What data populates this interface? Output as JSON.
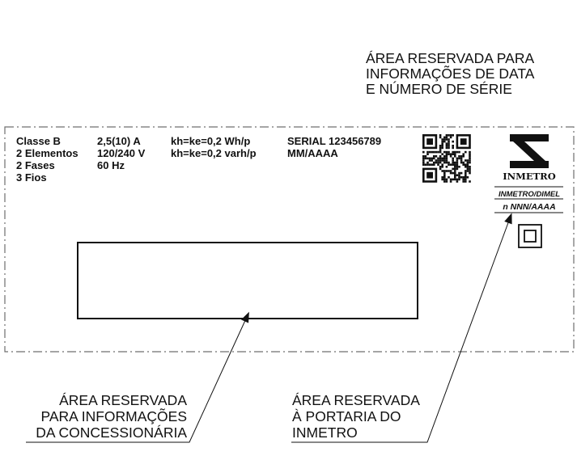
{
  "callouts": {
    "top_right": {
      "lines": [
        "ÁREA RESERVADA PARA",
        "INFORMAÇÕES DE DATA",
        "E NÚMERO DE SÉRIE"
      ]
    },
    "bottom_left": {
      "lines": [
        "ÁREA RESERVADA",
        "PARA INFORMAÇÕES",
        "DA CONCESSIONÁRIA"
      ]
    },
    "bottom_right": {
      "lines": [
        "ÁREA RESERVADA",
        "À PORTARIA DO",
        "INMETRO"
      ]
    }
  },
  "specs": {
    "col1": [
      "Classe B",
      "2 Elementos",
      "2 Fases",
      "3 Fios"
    ],
    "col2": [
      "2,5(10) A",
      "120/240 V",
      "60 Hz"
    ],
    "col3": [
      "kh=ke=0,2 Wh/p",
      "kh=ke=0,2 varh/p"
    ],
    "col4": [
      "SERIAL 123456789",
      "MM/AAAA"
    ]
  },
  "inmetro": {
    "brand": "INMETRO",
    "approval_body": "INMETRO/DIMEL",
    "approval_number": "n NNN/AAAA"
  },
  "icons": {
    "qr_code": "qr-code-icon",
    "inmetro_logo": "inmetro-logo-icon",
    "double_insulation": "double-insulation-icon"
  },
  "colors": {
    "ink": "#111111",
    "dash": "#6f6f6f",
    "background": "#ffffff"
  }
}
